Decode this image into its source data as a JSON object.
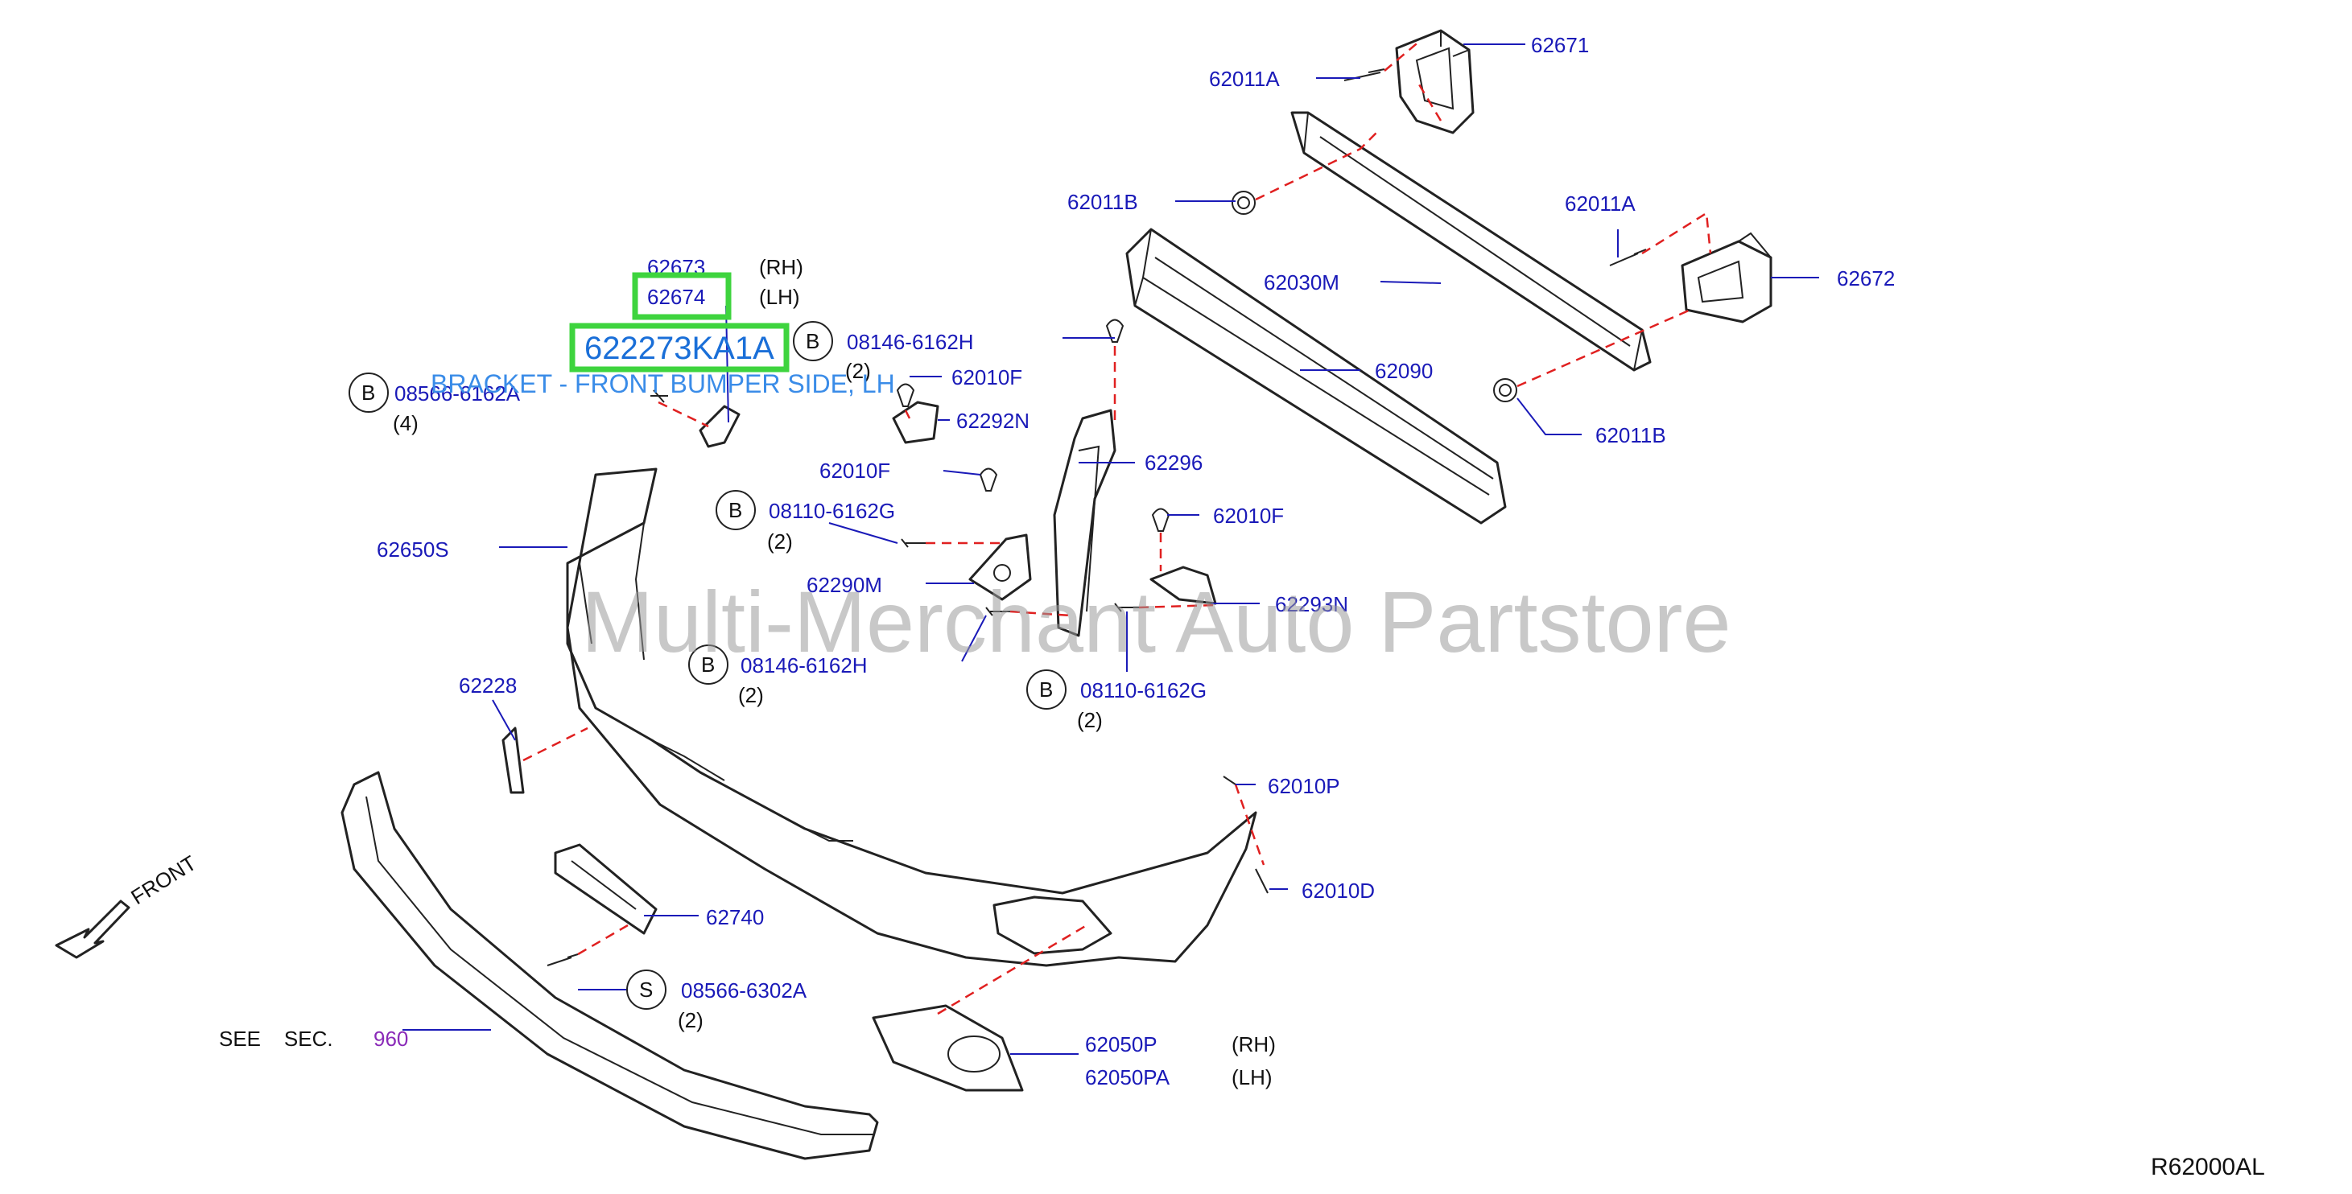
{
  "parts": {
    "p62671": "62671",
    "p62011A_top": "62011A",
    "p62011B_top": "62011B",
    "p62011A_right": "62011A",
    "p62672": "62672",
    "p62030M": "62030M",
    "p62090": "62090",
    "p62011B_right": "62011B",
    "p62673": "62673",
    "p62673_side": "(RH)",
    "p62674": "62674",
    "p62674_side": "(LH)",
    "p08146_top": "08146-6162H",
    "p08146_top_qty": "(2)",
    "p62010F_top": "62010F",
    "p08566_6162A": "08566-6162A",
    "p08566_6162A_qty": "(4)",
    "p62292N": "62292N",
    "p62296": "62296",
    "p62010F_mid": "62010F",
    "p62010F_right": "62010F",
    "p08110_top": "08110-6162G",
    "p08110_top_qty": "(2)",
    "p62650S": "62650S",
    "p62290M": "62290M",
    "p62293N": "62293N",
    "p08146_bottom": "08146-6162H",
    "p08146_bottom_qty": "(2)",
    "p08110_bottom": "08110-6162G",
    "p08110_bottom_qty": "(2)",
    "p62228": "62228",
    "p62010P": "62010P",
    "p62010D": "62010D",
    "p62740": "62740",
    "p08566_6302A": "08566-6302A",
    "p08566_6302A_qty": "(2)",
    "p62050P": "62050P",
    "p62050P_side": "(RH)",
    "p62050PA": "62050PA",
    "p62050PA_side": "(LH)"
  },
  "markers": {
    "bolt": "B",
    "screw": "S"
  },
  "highlight": {
    "part_number": "622273KA1A",
    "description": "BRACKET - FRONT BUMPER SIDE, LH"
  },
  "see_sec": {
    "label": "SEE    SEC.",
    "number": "960"
  },
  "front_arrow": "FRONT",
  "watermark": "Multi-Merchant Auto Partstore",
  "diagram_code": "R62000AL",
  "colors": {
    "label_blue": "#1a1ab8",
    "highlight_green": "#3ed43e",
    "highlight_text": "#1a6fd8",
    "dashed_red": "#e02020",
    "section_purple": "#8a2ab8"
  }
}
